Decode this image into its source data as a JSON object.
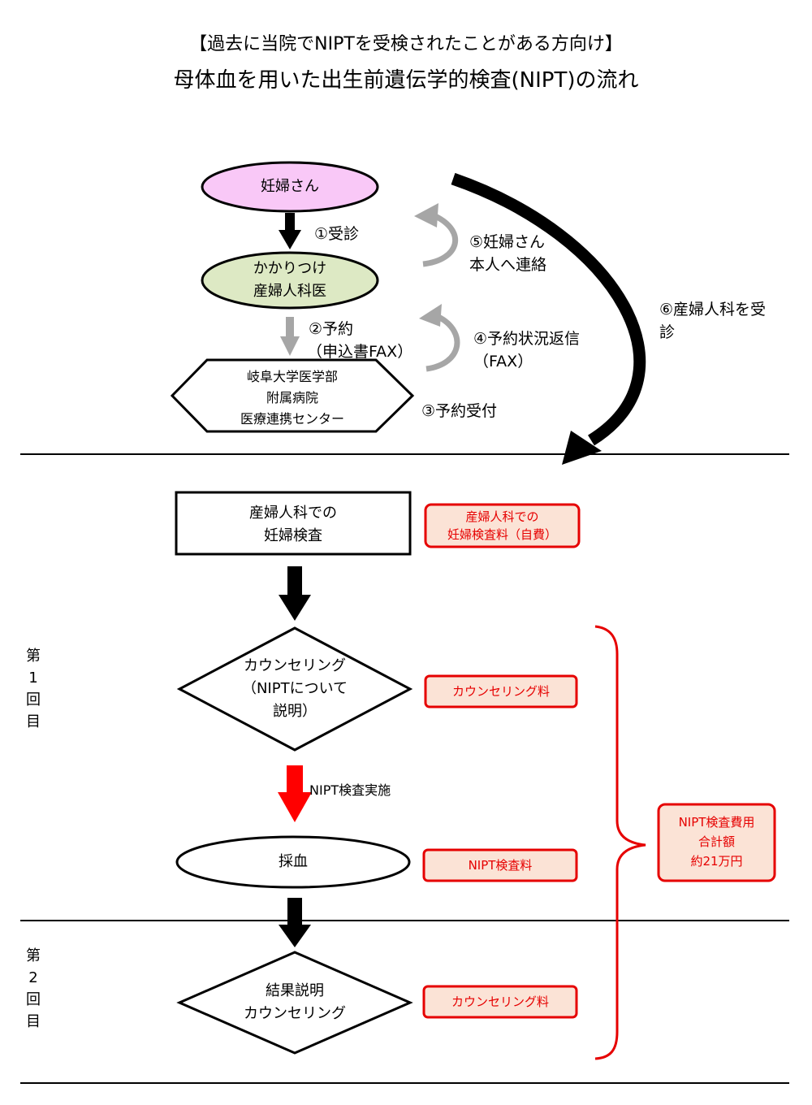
{
  "header": {
    "subtitle": "【過去に当院でNIPTを受検されたことがある方向け】",
    "title": "母体血を用いた出生前遺伝学的検査(NIPT)の流れ"
  },
  "top_flow": {
    "patient": "妊婦さん",
    "clinic_line1": "かかりつけ",
    "clinic_line2": "産婦人科医",
    "center_line1": "岐阜大学医学部",
    "center_line2": "附属病院",
    "center_line3": "医療連携センター",
    "step1": "①受診",
    "step2_line1": "②予約",
    "step2_line2": "（申込書FAX）",
    "step3": "③予約受付",
    "step4_line1": "④予約状況返信",
    "step4_line2": "（FAX）",
    "step5_line1": "⑤妊婦さん",
    "step5_line2": "本人へ連絡",
    "step6_line1": "⑥産婦人科を受",
    "step6_line2": "診"
  },
  "bottom_flow": {
    "exam_line1": "産婦人科での",
    "exam_line2": "妊婦検査",
    "counsel_line1": "カウンセリング",
    "counsel_line2": "（NIPTについて",
    "counsel_line3": "説明）",
    "nipt_arrow_label": "NIPT検査実施",
    "blood": "採血",
    "result_line1": "結果説明",
    "result_line2": "カウンセリング",
    "visit1": [
      "第",
      "1",
      "回",
      "目"
    ],
    "visit2": [
      "第",
      "2",
      "回",
      "目"
    ]
  },
  "fees": {
    "exam_line1": "産婦人科での",
    "exam_line2": "妊婦検査料（自費）",
    "counseling": "カウンセリング料",
    "nipt": "NIPT検査料",
    "counseling2": "カウンセリング料",
    "total_line1": "NIPT検査費用",
    "total_line2": "合計額",
    "total_line3": "約21万円"
  },
  "colors": {
    "patient_fill": "#f9c8f7",
    "clinic_fill": "#dde9c4",
    "fee_fill": "#fbe3d6",
    "fee_red": "#e60000",
    "gray_arrow": "#a6a6a6"
  }
}
